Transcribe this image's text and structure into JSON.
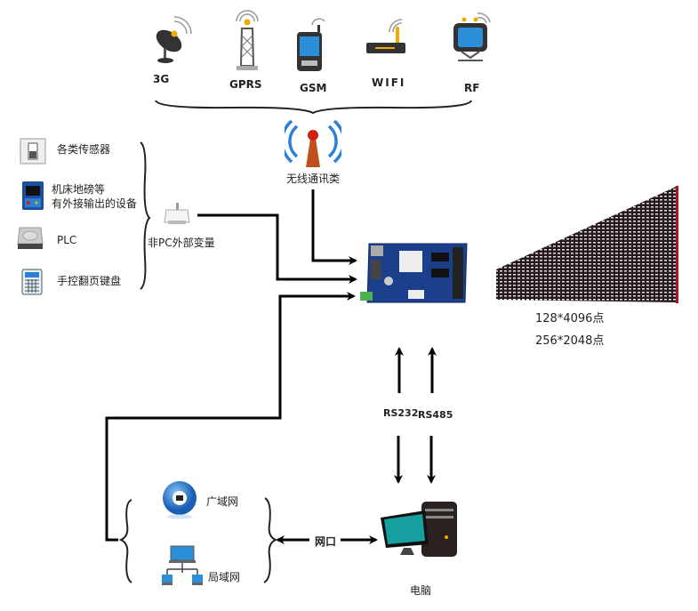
{
  "wireless_sources": [
    {
      "id": "3g",
      "label": "3G",
      "icon": "satellite-dish-icon"
    },
    {
      "id": "gprs",
      "label": "GPRS",
      "icon": "signal-tower-icon"
    },
    {
      "id": "gsm",
      "label": "GSM",
      "icon": "mobile-phone-icon"
    },
    {
      "id": "wifi",
      "label": "WIFI",
      "icon": "wifi-router-icon"
    },
    {
      "id": "rf",
      "label": "RF",
      "icon": "tv-antenna-icon"
    }
  ],
  "wireless_group_label": "无线通讯类",
  "external_devices": [
    {
      "label": "各类传感器",
      "icon": "switch-sensor-icon"
    },
    {
      "label": "机床地磅等",
      "label2": "有外接输出的设备",
      "icon": "arcade-machine-icon"
    },
    {
      "label": "PLC",
      "icon": "hard-drive-icon"
    },
    {
      "label": "手控翻页键盘",
      "icon": "calculator-keypad-icon"
    }
  ],
  "external_group_label": "非PC外部变量",
  "controller": {
    "icon": "controller-board-icon"
  },
  "display": {
    "icon": "led-panel-icon",
    "specs": [
      "128*4096点",
      "256*2048点"
    ]
  },
  "serial": {
    "rs232": "RS232",
    "rs485": "RS485"
  },
  "network": {
    "items": [
      {
        "label": "广域网",
        "icon": "globe-network-icon"
      },
      {
        "label": "局域网",
        "icon": "lan-network-icon"
      }
    ],
    "link_label": "网口"
  },
  "computer": {
    "label": "电脑",
    "icon": "desktop-computer-icon"
  }
}
